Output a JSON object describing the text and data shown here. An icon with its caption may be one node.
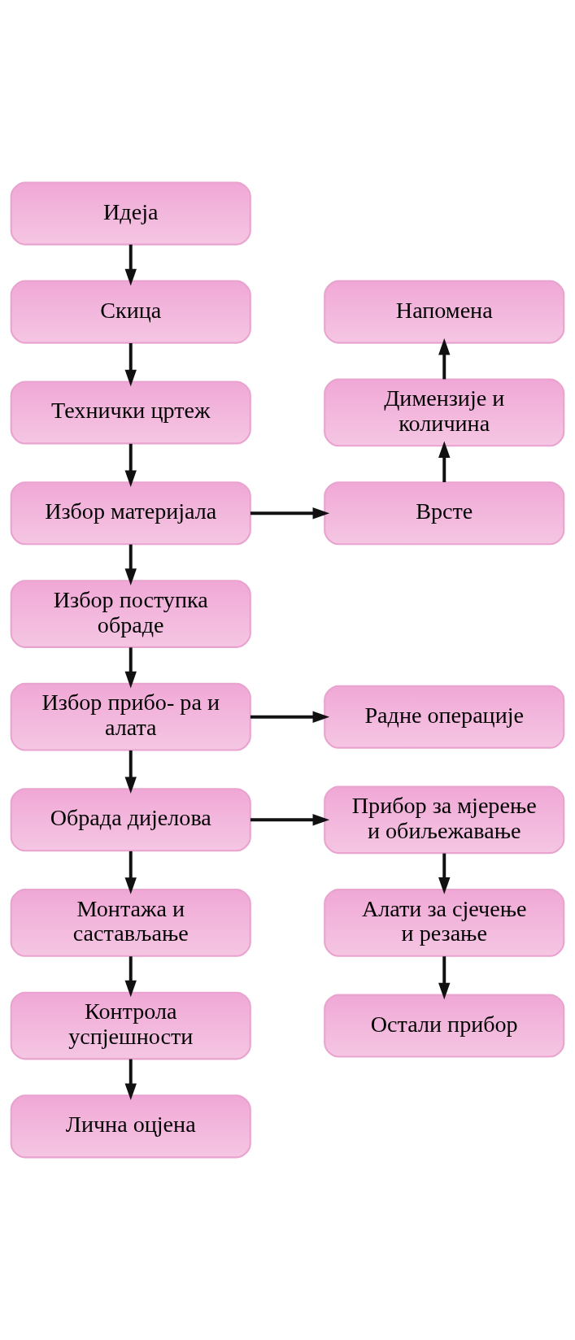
{
  "diagram": {
    "nodes": [
      {
        "text": [
          "Идеја"
        ]
      },
      {
        "text": [
          "Скица"
        ]
      },
      {
        "text": [
          "Технички цртеж"
        ]
      },
      {
        "text": [
          "Избор материјала"
        ]
      },
      {
        "text": [
          "Избор поступка обраде"
        ]
      },
      {
        "text": [
          "Избор прибо- ра и алата"
        ]
      },
      {
        "text": [
          "Обрада дијелова"
        ]
      },
      {
        "text": [
          "Монтажа и састављање"
        ]
      },
      {
        "text": [
          "Контрола успјешности"
        ]
      },
      {
        "text": [
          "Лична оцјена"
        ]
      },
      {
        "text": [
          "Напомена"
        ]
      },
      {
        "text": [
          "Димензије и количина"
        ]
      },
      {
        "text": [
          "Врсте"
        ]
      },
      {
        "text": [
          "Радне операције"
        ]
      },
      {
        "text": [
          "Прибор за мјерење и обиљежавање"
        ]
      },
      {
        "text": [
          "Алати за сјечење и резање"
        ]
      },
      {
        "text": [
          "Остали прибор"
        ]
      }
    ],
    "edges": [
      {
        "from": 0,
        "to": 1,
        "arrow": "to"
      },
      {
        "from": 1,
        "to": 2,
        "arrow": "to"
      },
      {
        "from": 2,
        "to": 3,
        "arrow": "to"
      },
      {
        "from": 3,
        "to": 4,
        "arrow": "to"
      },
      {
        "from": 4,
        "to": 5,
        "arrow": "to"
      },
      {
        "from": 5,
        "to": 6,
        "arrow": "to"
      },
      {
        "from": 6,
        "to": 7,
        "arrow": "to"
      },
      {
        "from": 7,
        "to": 8,
        "arrow": "to"
      },
      {
        "from": 8,
        "to": 9,
        "arrow": "to"
      },
      {
        "from": 3,
        "to": 12,
        "arrow": "to"
      },
      {
        "from": 12,
        "to": 11,
        "arrow": "to"
      },
      {
        "from": 11,
        "to": 10,
        "arrow": "to"
      },
      {
        "from": 5,
        "to": 13,
        "arrow": "to"
      },
      {
        "from": 6,
        "to": 14,
        "arrow": "to"
      },
      {
        "from": 14,
        "to": 15,
        "arrow": "to"
      },
      {
        "from": 15,
        "to": 16,
        "arrow": "to"
      }
    ]
  }
}
